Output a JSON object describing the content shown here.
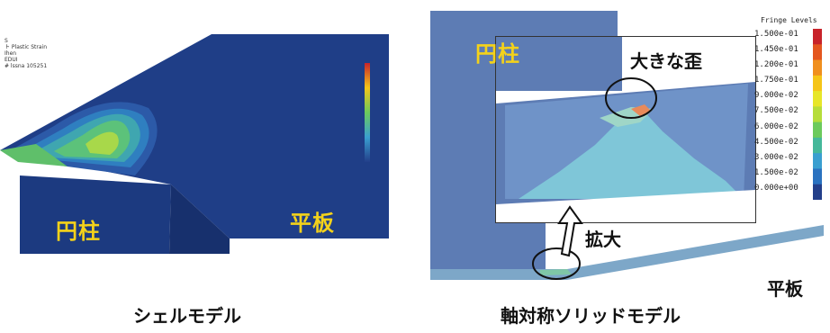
{
  "shell_model": {
    "caption": "シェルモデル",
    "cylinder_label": "円柱",
    "plate_label": "平板",
    "overlay_text": [
      "S",
      "ト Plastic Strain",
      "Ihen",
      "EDUI",
      "# lssna 105251"
    ]
  },
  "axisym_model": {
    "caption": "軸対称ソリッドモデル",
    "cylinder_label": "円柱",
    "plate_label": "平板",
    "zoom_callout": "大きな歪",
    "enlarge_label": "拡大"
  },
  "legend": {
    "title": "Fringe Levels",
    "levels": [
      "1.500e-01",
      "1.450e-01",
      "1.200e-01",
      "1.750e-01",
      "9.000e-02",
      "7.500e-02",
      "6.000e-02",
      "4.500e-02",
      "3.000e-02",
      "1.500e-02",
      "0.000e+00"
    ],
    "colors": [
      "#c8232a",
      "#e4561f",
      "#f08f1e",
      "#f5c518",
      "#e7e629",
      "#b6dd3a",
      "#6cca5c",
      "#45b89a",
      "#3a9fd0",
      "#2a72c0",
      "#233f8a"
    ]
  }
}
